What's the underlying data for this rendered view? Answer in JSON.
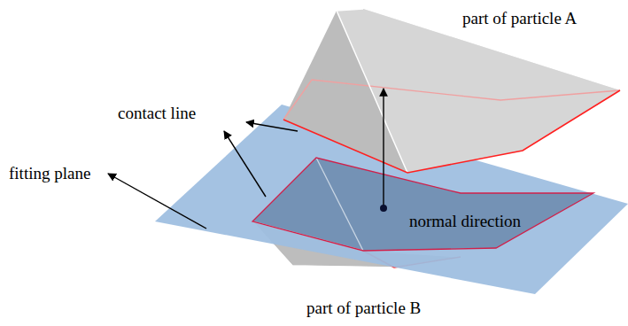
{
  "diagram": {
    "labels": [
      "part of particle A",
      "contact line",
      "fitting plane",
      "normal direction",
      "part of particle B"
    ]
  }
}
